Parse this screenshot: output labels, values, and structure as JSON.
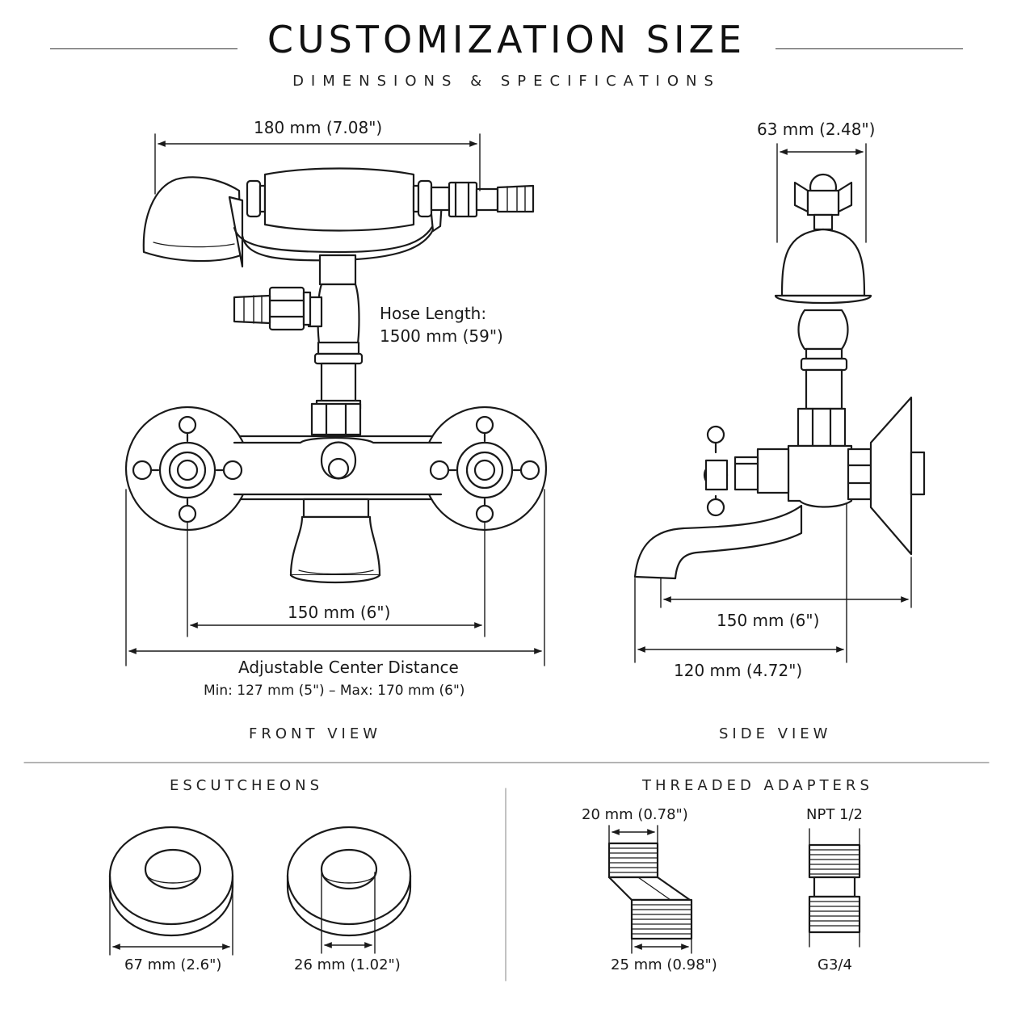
{
  "header": {
    "title": "CUSTOMIZATION SIZE",
    "subtitle": "DIMENSIONS & SPECIFICATIONS"
  },
  "front_view": {
    "handshower_width": "180 mm (7.08\")",
    "hose_length_label": "Hose Length:",
    "hose_length_value": "1500 mm (59\")",
    "center_distance": "150 mm (6\")",
    "adjustable_label": "Adjustable Center Distance",
    "adjustable_range": "Min: 127 mm (5\")  –  Max: 170 mm (6\")",
    "caption": "FRONT VIEW"
  },
  "side_view": {
    "cradle_width": "63 mm (2.48\")",
    "projection": "150 mm (6\")",
    "spout_reach": "120 mm (4.72\")",
    "caption": "SIDE VIEW"
  },
  "escutcheons": {
    "heading": "ESCUTCHEONS",
    "outer_diameter": "67 mm (2.6\")",
    "inner_diameter": "26 mm (1.02\")"
  },
  "adapters": {
    "heading": "THREADED ADAPTERS",
    "offset_top": "20 mm (0.78\")",
    "offset_bottom": "25 mm (0.98\")",
    "thread_top": "NPT 1/2",
    "thread_bottom": "G3/4"
  }
}
